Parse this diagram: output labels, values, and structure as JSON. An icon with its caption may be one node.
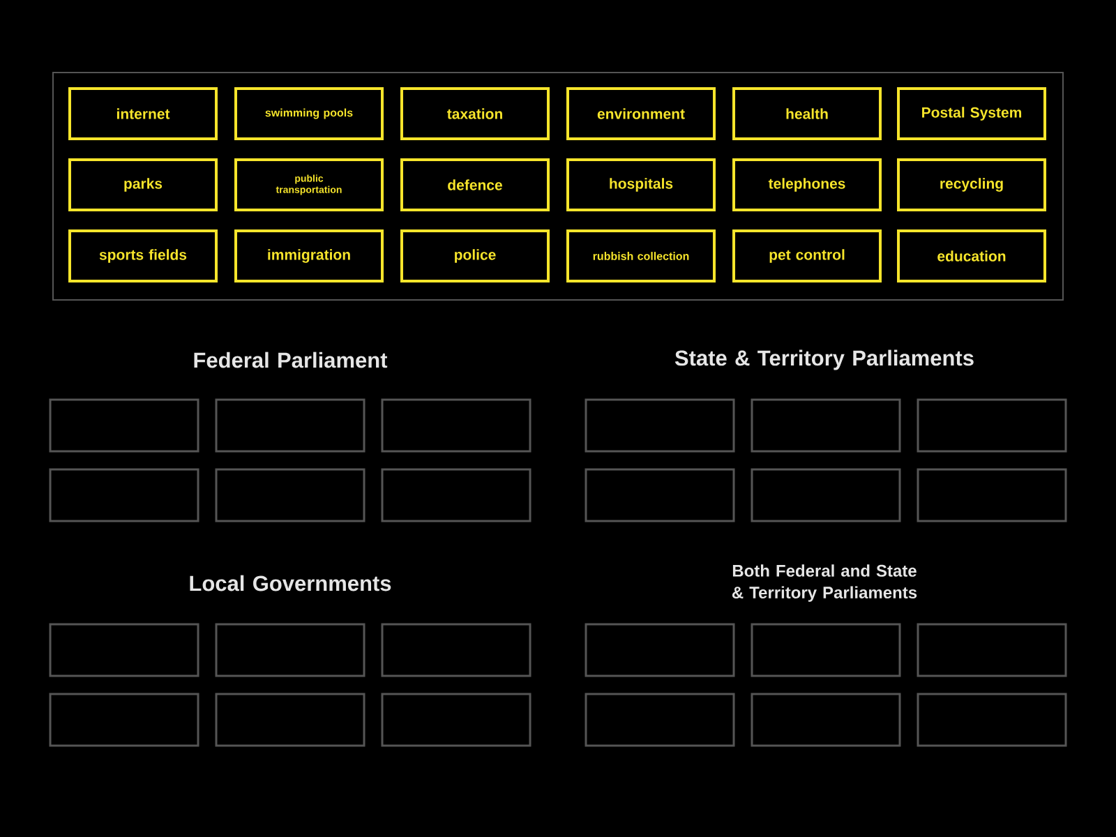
{
  "diagram": {
    "nodes": [
      {
        "text": [],
        "shape": "box"
      },
      {
        "text": [
          "internet"
        ],
        "in": 0
      },
      {
        "text": [
          "swimming pools"
        ],
        "in": 0
      },
      {
        "text": [
          "taxation"
        ],
        "in": 0
      },
      {
        "text": [
          "environment"
        ],
        "in": 0
      },
      {
        "text": [
          "health"
        ],
        "in": 0
      },
      {
        "text": [
          "Postal System"
        ],
        "in": 0
      },
      {
        "text": [
          "parks"
        ],
        "in": 0
      },
      {
        "text": [
          "public transportation"
        ],
        "in": 0
      },
      {
        "text": [
          "defence"
        ],
        "in": 0
      },
      {
        "text": [
          "hospitals"
        ],
        "in": 0
      },
      {
        "text": [
          "telephones"
        ],
        "in": 0
      },
      {
        "text": [
          "recycling"
        ],
        "in": 0
      },
      {
        "text": [
          "sports fields"
        ],
        "in": 0
      },
      {
        "text": [
          "immigration"
        ],
        "in": 0
      },
      {
        "text": [
          "police"
        ],
        "in": 0
      },
      {
        "text": [
          "rubbish collection"
        ],
        "in": 0
      },
      {
        "text": [
          "pet control"
        ],
        "in": 0
      },
      {
        "text": [
          "education"
        ],
        "in": 0
      },
      {
        "text": [],
        "shape": "box"
      },
      {
        "text": [],
        "shape": "box"
      },
      {
        "text": [],
        "shape": "box"
      },
      {
        "text": [],
        "shape": "box"
      },
      {
        "text": [],
        "shape": "box"
      },
      {
        "text": [],
        "shape": "box"
      },
      {
        "text": [],
        "shape": "box"
      },
      {
        "text": [],
        "shape": "box"
      },
      {
        "text": [],
        "shape": "box"
      },
      {
        "text": [],
        "shape": "box"
      },
      {
        "text": [],
        "shape": "box"
      },
      {
        "text": [],
        "shape": "box"
      },
      {
        "text": [],
        "shape": "box"
      },
      {
        "text": [],
        "shape": "box"
      },
      {
        "text": [],
        "shape": "box"
      },
      {
        "text": [],
        "shape": "box"
      },
      {
        "text": [],
        "shape": "box"
      },
      {
        "text": [],
        "shape": "box"
      },
      {
        "text": [],
        "shape": "box"
      },
      {
        "text": [],
        "shape": "box"
      },
      {
        "text": [],
        "shape": "box"
      },
      {
        "text": [],
        "shape": "box"
      },
      {
        "text": [],
        "shape": "box"
      },
      {
        "text": [],
        "shape": "box"
      }
    ],
    "labels": [
      "Federal Parliament",
      "State & Territory Parliaments",
      "Local Governments",
      "Both Federal and State & Territory Parliaments"
    ]
  }
}
